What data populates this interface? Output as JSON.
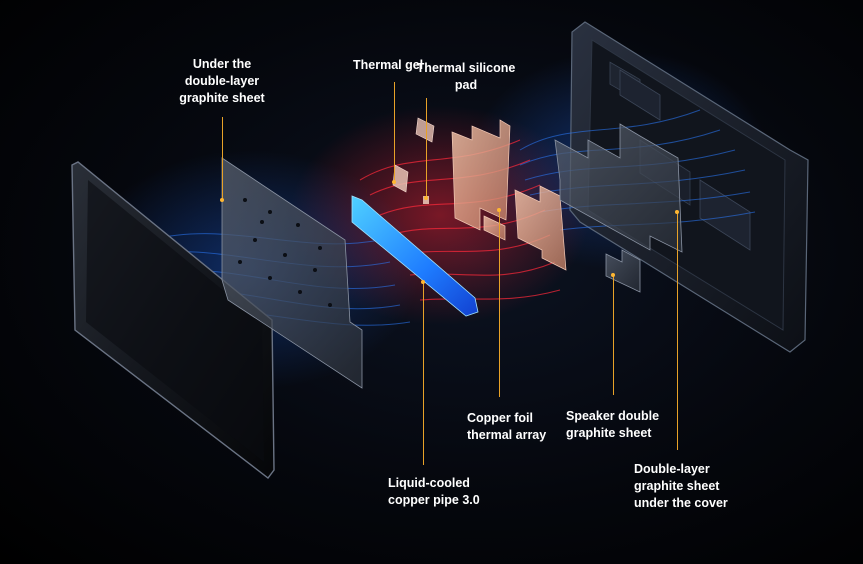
{
  "colors": {
    "background": "#000000",
    "leader": "#e8a228",
    "cool_flow": "#2b7bff",
    "hot_flow": "#ff2a3a",
    "copper": "#e0a184",
    "vapor_chamber": "#2a9bff"
  },
  "labels": {
    "under_double_layer": [
      "Under the",
      "double-layer",
      "graphite sheet"
    ],
    "thermal_gel": "Thermal gel",
    "thermal_silicone_pad": [
      "Thermal silicone",
      "pad"
    ],
    "copper_foil": [
      "Copper foil",
      "thermal array"
    ],
    "liquid_cooled_pipe": [
      "Liquid-cooled",
      "copper pipe 3.0"
    ],
    "speaker_graphite": [
      "Speaker double",
      "graphite sheet"
    ],
    "cover_graphite": [
      "Double-layer",
      "graphite sheet",
      "under the cover"
    ]
  }
}
